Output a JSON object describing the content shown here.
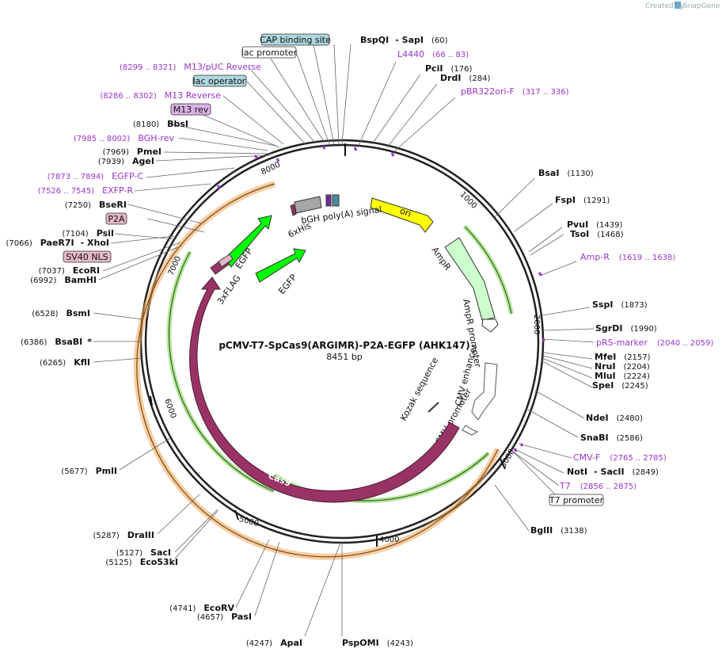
{
  "brand": {
    "created_by": "Created by",
    "name": "SnapGene"
  },
  "plasmid": {
    "name": "pCMV-T7-SpCas9(ARGIMR)-P2A-EGFP (AHK147)",
    "length_label": "8451 bp"
  },
  "ticks": [
    "1000",
    "2000",
    "3000",
    "4000",
    "5000",
    "6000",
    "7000",
    "8000"
  ],
  "sites_top": [
    {
      "name": "BspQI",
      "extra": "- SapI",
      "pos": "(60)"
    },
    {
      "name": "PciI",
      "pos": "(176)"
    },
    {
      "name": "DrdI",
      "pos": "(284)"
    }
  ],
  "sites_right": [
    {
      "name": "BsaI",
      "pos": "(1130)"
    },
    {
      "name": "FspI",
      "pos": "(1291)"
    },
    {
      "name": "PvuI",
      "pos": "(1439)"
    },
    {
      "name": "TsoI",
      "pos": "(1468)"
    },
    {
      "name": "SspI",
      "pos": "(1873)"
    },
    {
      "name": "SgrDI",
      "pos": "(1990)"
    },
    {
      "name": "MfeI",
      "pos": "(2157)"
    },
    {
      "name": "NruI",
      "pos": "(2204)"
    },
    {
      "name": "MluI",
      "pos": "(2224)"
    },
    {
      "name": "SpeI",
      "pos": "(2245)"
    },
    {
      "name": "NdeI",
      "pos": "(2480)"
    },
    {
      "name": "SnaBI",
      "pos": "(2586)"
    },
    {
      "name": "NotI",
      "extra": "- SacII",
      "pos": "(2849)"
    },
    {
      "name": "BglII",
      "pos": "(3138)"
    }
  ],
  "sites_bottom": [
    {
      "name": "PspOMI",
      "pos": "(4243)"
    },
    {
      "name": "ApaI",
      "pos": "(4247)"
    },
    {
      "name": "PasI",
      "pos": "(4657)"
    },
    {
      "name": "EcoRV",
      "pos": "(4741)"
    },
    {
      "name": "Eco53kI",
      "pos": "(5125)"
    },
    {
      "name": "SacI",
      "pos": "(5127)"
    },
    {
      "name": "DraIII",
      "pos": "(5287)"
    },
    {
      "name": "PmlI",
      "pos": "(5677)"
    }
  ],
  "sites_left": [
    {
      "name": "KflI",
      "pos": "(6265)"
    },
    {
      "name": "BsaBI",
      "star": "*",
      "pos": "(6386)"
    },
    {
      "name": "BsmI",
      "pos": "(6528)"
    },
    {
      "name": "BamHI",
      "pos": "(6992)"
    },
    {
      "name": "EcoRI",
      "pos": "(7037)"
    },
    {
      "name": "PaeR7I",
      "extra": "- XhoI",
      "pos": "(7066)"
    },
    {
      "name": "PsiI",
      "pos": "(7104)"
    },
    {
      "name": "BseRI",
      "pos": "(7250)"
    },
    {
      "name": "AgeI",
      "pos": "(7939)"
    },
    {
      "name": "PmeI",
      "pos": "(7969)"
    },
    {
      "name": "BbsI",
      "pos": "(8180)"
    }
  ],
  "primers": [
    {
      "name": "L4440",
      "pos": "(66 .. 83)"
    },
    {
      "name": "pBR322ori-F",
      "pos": "(317 .. 336)"
    },
    {
      "name": "Amp-R",
      "pos": "(1619 .. 1638)"
    },
    {
      "name": "pRS-marker",
      "pos": "(2040 .. 2059)"
    },
    {
      "name": "CMV-F",
      "pos": "(2765 .. 2785)"
    },
    {
      "name": "T7",
      "pos": "(2856 .. 2875)"
    },
    {
      "name": "EXFP-R",
      "pos": "(7526 .. 7545)"
    },
    {
      "name": "EGFP-C",
      "pos": "(7873 .. 7894)"
    },
    {
      "name": "BGH-rev",
      "pos": "(7985 .. 8002)"
    },
    {
      "name": "M13 Reverse",
      "pos": "(8286 .. 8302)"
    },
    {
      "name": "M13/pUC Reverse",
      "pos": "(8299 .. 8321)"
    }
  ],
  "boxed_features": [
    {
      "name": "CAP binding site",
      "color": "#aed6dd"
    },
    {
      "name": "lac promoter",
      "color": "#ffffff"
    },
    {
      "name": "lac operator",
      "color": "#aed6dd"
    },
    {
      "name": "M13 rev",
      "color": "#d9b3e6"
    },
    {
      "name": "P2A",
      "color": "#e3b9c6"
    },
    {
      "name": "SV40 NLS",
      "color": "#e3b9c6"
    },
    {
      "name": "T7 promoter",
      "color": "#ffffff"
    }
  ],
  "inner_features": [
    {
      "name": "ori"
    },
    {
      "name": "AmpR"
    },
    {
      "name": "AmpR promoter"
    },
    {
      "name": "CMV enhancer"
    },
    {
      "name": "CMV promoter"
    },
    {
      "name": "Kozak sequence"
    },
    {
      "name": "Cas9"
    },
    {
      "name": "EGFP"
    },
    {
      "name": "EGFP"
    },
    {
      "name": "3xFLAG"
    },
    {
      "name": "6xHis"
    },
    {
      "name": "bGH poly(A) signal"
    }
  ],
  "colors": {
    "ori": "#ffff00",
    "ampr": "#ccffcc",
    "cas9": "#993366",
    "egfp": "#00ff00",
    "bgh": "#a6a6a6",
    "primer": "#9a33cc"
  }
}
